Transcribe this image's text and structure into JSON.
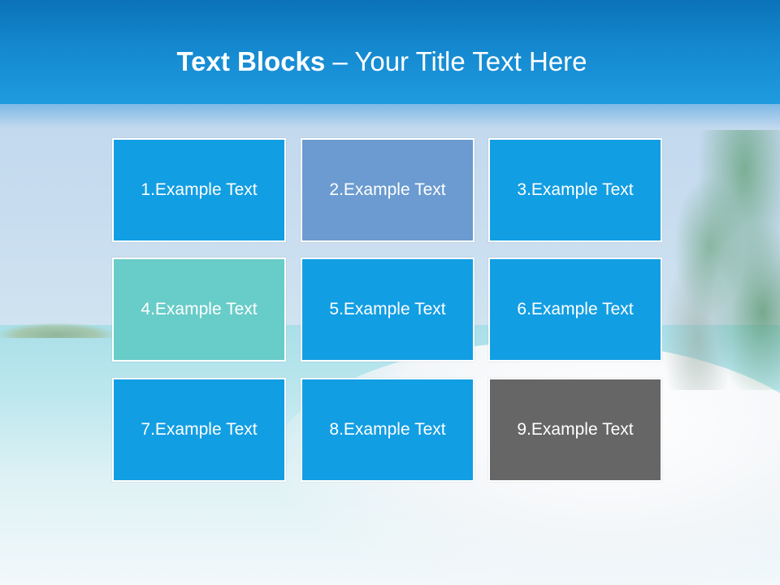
{
  "slide": {
    "title_bold": "Text Blocks",
    "title_dash": " – ",
    "title_rest": "Your Title Text Here"
  },
  "colors": {
    "header": "#1488cf",
    "block_blue": "#129ee3",
    "block_slate": "#6b9bd0",
    "block_teal": "#68ccc8",
    "block_gray": "#666666"
  },
  "blocks": [
    {
      "label": "1.Example Text",
      "color": "#129ee3"
    },
    {
      "label": "2.Example Text",
      "color": "#6b9bd0"
    },
    {
      "label": "3.Example Text",
      "color": "#129ee3"
    },
    {
      "label": "4.Example Text",
      "color": "#68ccc8"
    },
    {
      "label": "5.Example Text",
      "color": "#129ee3"
    },
    {
      "label": "6.Example Text",
      "color": "#129ee3"
    },
    {
      "label": "7.Example Text",
      "color": "#129ee3"
    },
    {
      "label": "8.Example Text",
      "color": "#129ee3"
    },
    {
      "label": "9.Example Text",
      "color": "#666666"
    }
  ]
}
